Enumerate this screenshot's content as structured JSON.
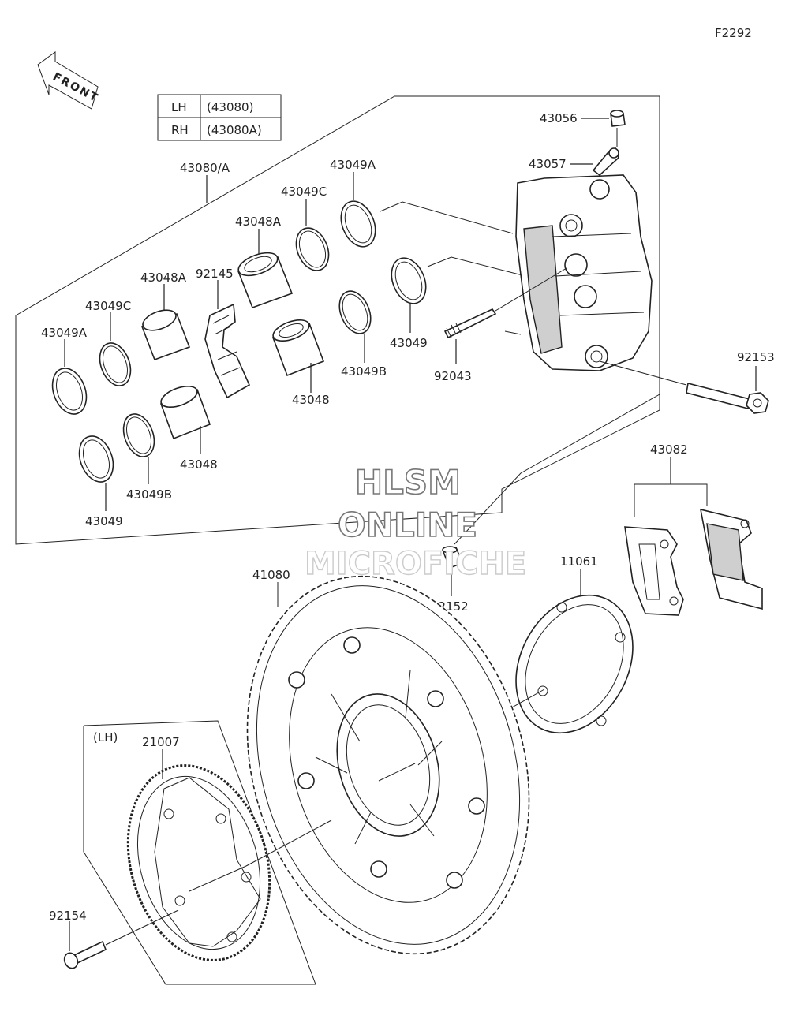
{
  "figure_code": "F2292",
  "front_label": "FRONT",
  "variant_table": [
    {
      "side": "LH",
      "code": "(43080)"
    },
    {
      "side": "RH",
      "code": "(43080A)"
    }
  ],
  "watermark": {
    "line1": "HLSM",
    "line2": "ONLINE",
    "line3": "MICROFICHE"
  },
  "lh_note": "(LH)",
  "parts": {
    "p43080A": "43080/A",
    "p43049A_top": "43049A",
    "p43049C_top": "43049C",
    "p43048A_top": "43048A",
    "p92145": "92145",
    "p43048A_left": "43048A",
    "p43049C_left": "43049C",
    "p43049A_left": "43049A",
    "p43049_right": "43049",
    "p43049B_right": "43049B",
    "p43048_right": "43048",
    "p92043": "92043",
    "p43048_left": "43048",
    "p43049B_left": "43049B",
    "p43049_left": "43049",
    "p43056": "43056",
    "p43057": "43057",
    "p92153": "92153",
    "p43082": "43082",
    "p11061": "11061",
    "p41080": "41080",
    "p92152": "92152",
    "p21007": "21007",
    "p92154": "92154"
  }
}
